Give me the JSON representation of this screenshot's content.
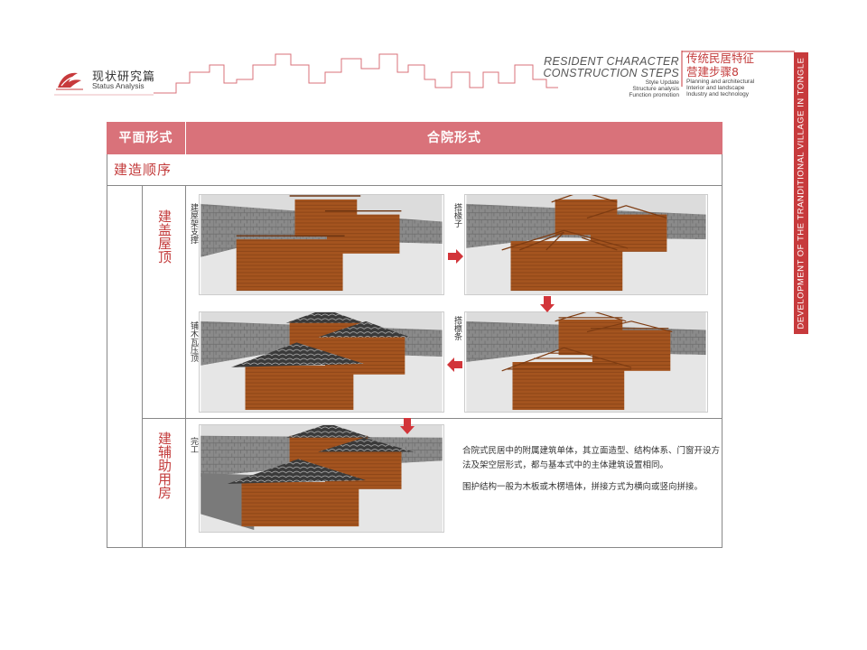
{
  "header": {
    "section_cn": "现状研究篇",
    "section_en": "Status Analysis",
    "en_title_line1": "RESIDENT CHARACTER",
    "en_title_line2": "CONSTRUCTION STEPS",
    "en_sub": [
      "Style Update",
      "Structure analysis",
      "Function promotion"
    ],
    "cn_title_line1": "传统民居特征",
    "cn_title_line2": "营建步骤8",
    "cn_sub": [
      "Planning and architectural",
      "Interior and landscape",
      "Industry and technology"
    ],
    "side_band": "DEVELOPMENT OF THE TRANDITIONAL VILLAGE IN TONGLE"
  },
  "table": {
    "col1_header": "平面形式",
    "col2_header": "合院形式",
    "row2_label": "建造顺序",
    "section_roof": "建盖屋顶",
    "section_aux": "建辅助用房",
    "steps": {
      "s1": "建屋架支撑",
      "s2": "搭椽子",
      "s3": "搭檩条",
      "s4": "铺木瓦压顶",
      "s5": "完工"
    },
    "description": [
      "合院式民居中的附属建筑单体，其立面造型、结构体系、门窗开设方法及架空层形式，都与基本式中的主体建筑设置相同。",
      "围护结构一般为木板或木楞墙体，拼接方式为横向或竖向拼接。"
    ]
  },
  "colors": {
    "accent": "#c73a3c",
    "header_fill": "#d9727a",
    "wood": "#a4541f"
  }
}
